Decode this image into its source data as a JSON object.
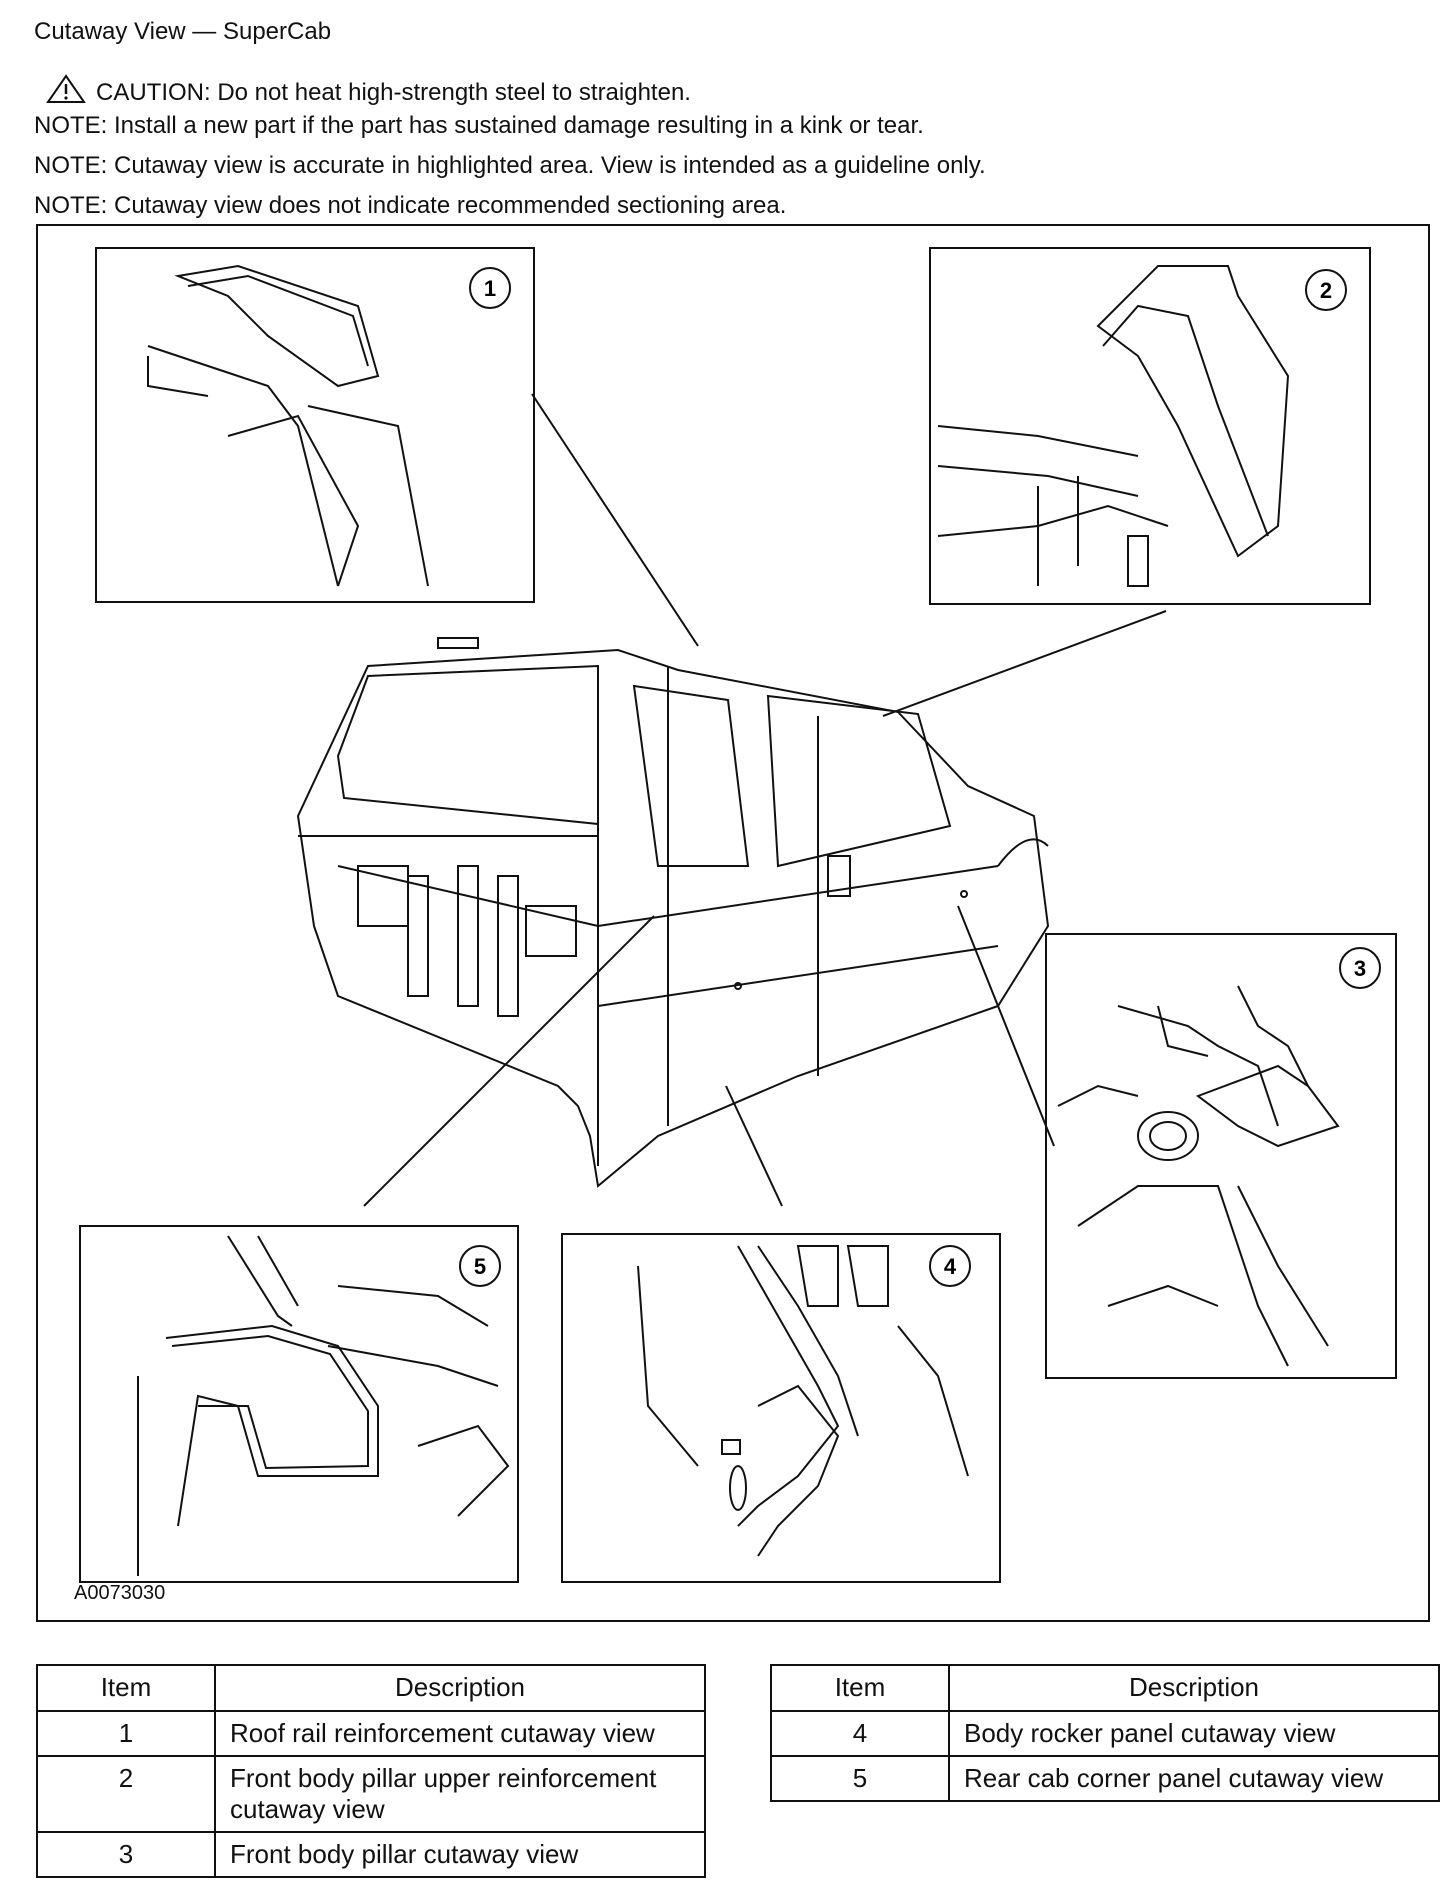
{
  "header": {
    "title": "Cutaway View — SuperCab",
    "caution": "CAUTION: Do not heat high-strength steel to straighten.",
    "notes": [
      "NOTE: Install a new part if the part has sustained damage resulting in a kink or tear.",
      "NOTE: Cutaway view is accurate in highlighted area. View is intended as a guideline only.",
      "NOTE: Cutaway view does not indicate recommended sectioning area."
    ]
  },
  "figure": {
    "id": "A0073030",
    "callouts": [
      "1",
      "2",
      "3",
      "4",
      "5"
    ]
  },
  "tables": {
    "headers": {
      "item": "Item",
      "description": "Description"
    },
    "left": [
      {
        "item": "1",
        "description": "Roof rail reinforcement cutaway view"
      },
      {
        "item": "2",
        "description": "Front body pillar upper reinforcement cutaway view"
      },
      {
        "item": "3",
        "description": "Front body pillar cutaway view"
      }
    ],
    "right": [
      {
        "item": "4",
        "description": "Body rocker panel cutaway view"
      },
      {
        "item": "5",
        "description": "Rear cab corner panel cutaway view"
      }
    ]
  }
}
